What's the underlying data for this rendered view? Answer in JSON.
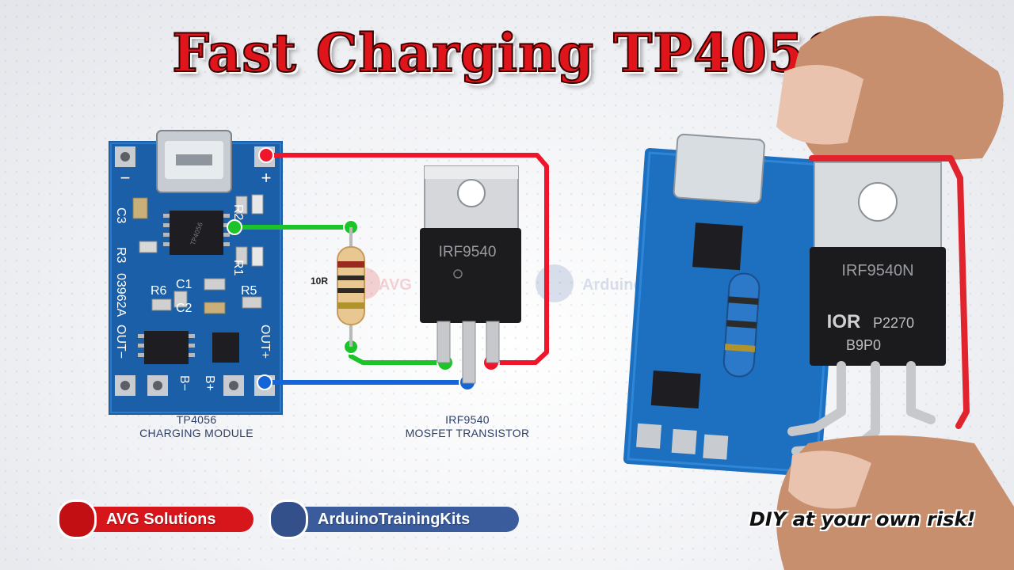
{
  "title": "Fast Charging TP4056",
  "colors": {
    "title": "#e0141b",
    "wire_red": "#f0152b",
    "wire_green": "#1cc42a",
    "wire_blue": "#1565d8",
    "pcb": "#1b5fa8",
    "social_youtube": "#d6161b",
    "social_facebook": "#3b5c9c"
  },
  "module": {
    "silk_plus": "+",
    "silk_minus": "−",
    "r2": "R2",
    "r1": "R1",
    "r3": "R3",
    "r5": "R5",
    "r6": "R6",
    "c1": "C1",
    "c2": "C2",
    "c3": "C3",
    "code": "03962A",
    "out_minus": "OUT−",
    "out_plus": "OUT+",
    "b_minus": "B−",
    "b_plus": "B+",
    "chip": "TP4056",
    "label_line1": "TP4056",
    "label_line2": "CHARGING MODULE"
  },
  "resistor": {
    "value": "10R"
  },
  "mosfet": {
    "marking": "IRF9540",
    "label_line1": "IRF9540",
    "label_line2": "MOSFET TRANSISTOR"
  },
  "photo": {
    "chip_marking": "IRF9540N",
    "brand": "IOR",
    "lot1": "P2270",
    "lot2": "B9P0"
  },
  "watermark": {
    "avg": "AVG",
    "site": "Arduino"
  },
  "social": {
    "youtube_icon": "youtube-icon",
    "youtube_label": "AVG  Solutions",
    "facebook_icon": "facebook-icon",
    "facebook_label": "ArduinoTrainingKits"
  },
  "disclaimer": "DIY at your own risk!"
}
